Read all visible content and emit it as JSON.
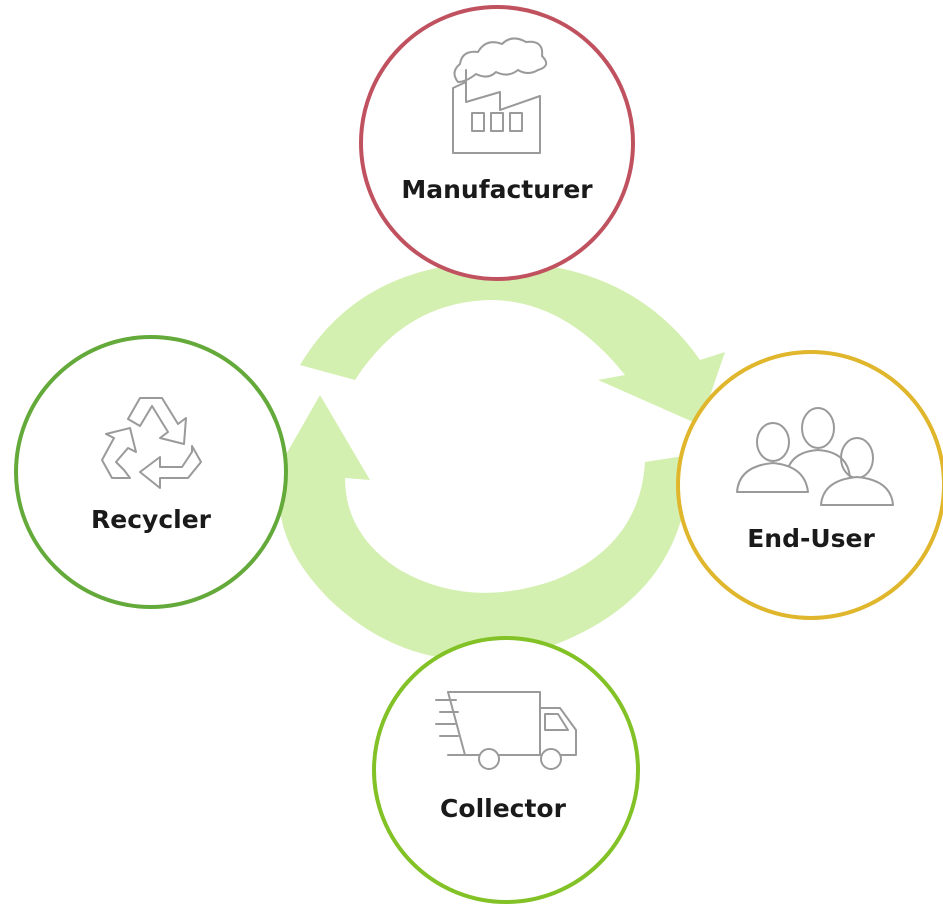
{
  "diagram": {
    "arrow_color": "#d4f0b0",
    "nodes": [
      {
        "id": "manufacturer",
        "label": "Manufacturer",
        "icon": "factory-icon",
        "border_color": "#c0515f"
      },
      {
        "id": "end_user",
        "label": "End-User",
        "icon": "users-icon",
        "border_color": "#e0b62c"
      },
      {
        "id": "collector",
        "label": "Collector",
        "icon": "truck-icon",
        "border_color": "#82c226"
      },
      {
        "id": "recycler",
        "label": "Recycler",
        "icon": "recycle-icon",
        "border_color": "#64aa3a"
      }
    ],
    "flow": [
      "manufacturer",
      "end_user",
      "collector",
      "recycler",
      "manufacturer"
    ]
  }
}
